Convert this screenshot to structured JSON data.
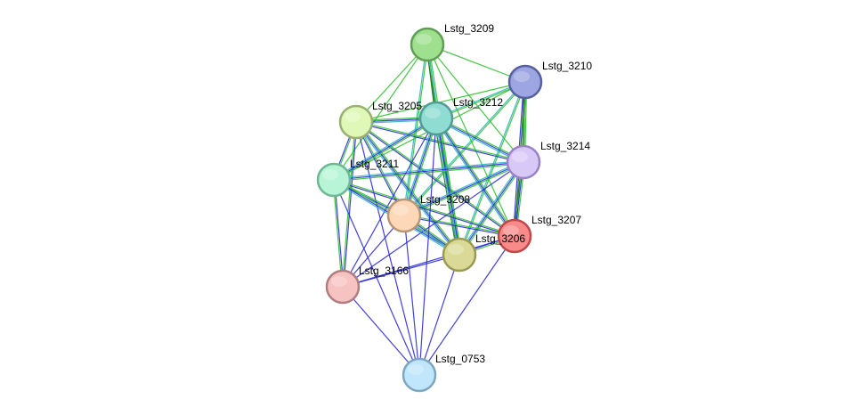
{
  "nodes": [
    {
      "id": "Lstg_3209",
      "label": "Lstg_3209",
      "fill": "#9fe08f",
      "stroke": "#5f9e54"
    },
    {
      "id": "Lstg_3210",
      "label": "Lstg_3210",
      "fill": "#9da5e2",
      "stroke": "#5560a0"
    },
    {
      "id": "Lstg_3205",
      "label": "Lstg_3205",
      "fill": "#dff8b8",
      "stroke": "#98b070"
    },
    {
      "id": "Lstg_3212",
      "label": "Lstg_3212",
      "fill": "#8edcd2",
      "stroke": "#519c94"
    },
    {
      "id": "Lstg_3214",
      "label": "Lstg_3214",
      "fill": "#d8c8f8",
      "stroke": "#9a82c8"
    },
    {
      "id": "Lstg_3211",
      "label": "Lstg_3211",
      "fill": "#b8f4d6",
      "stroke": "#6fb894"
    },
    {
      "id": "Lstg_3208",
      "label": "Lstg_3208",
      "fill": "#fcd8b8",
      "stroke": "#b89674"
    },
    {
      "id": "Lstg_3207",
      "label": "Lstg_3207",
      "fill": "#f88a8a",
      "stroke": "#c04848"
    },
    {
      "id": "Lstg_3206",
      "label": "Lstg_3206",
      "fill": "#dada96",
      "stroke": "#9a9a55"
    },
    {
      "id": "Lstg_3166",
      "label": "Lstg_3166",
      "fill": "#f7c2c2",
      "stroke": "#b07e7e"
    },
    {
      "id": "Lstg_0753",
      "label": "Lstg_0753",
      "fill": "#bfe6fa",
      "stroke": "#7ea6c0"
    }
  ],
  "edge_colors": {
    "textmining": "#33c033",
    "coexpression": "#2c2cd6",
    "database": "#30b5c2",
    "neighborhood": "#1a7a1a",
    "experiments": "#7070ff"
  },
  "edges": [
    {
      "source": "Lstg_3209",
      "target": "Lstg_3210",
      "types": [
        "textmining"
      ]
    },
    {
      "source": "Lstg_3209",
      "target": "Lstg_3205",
      "types": [
        "textmining"
      ]
    },
    {
      "source": "Lstg_3209",
      "target": "Lstg_3212",
      "types": [
        "textmining",
        "neighborhood"
      ]
    },
    {
      "source": "Lstg_3209",
      "target": "Lstg_3214",
      "types": [
        "textmining"
      ]
    },
    {
      "source": "Lstg_3209",
      "target": "Lstg_3211",
      "types": [
        "textmining"
      ]
    },
    {
      "source": "Lstg_3209",
      "target": "Lstg_3208",
      "types": [
        "textmining",
        "database"
      ]
    },
    {
      "source": "Lstg_3209",
      "target": "Lstg_3207",
      "types": [
        "textmining"
      ]
    },
    {
      "source": "Lstg_3209",
      "target": "Lstg_3206",
      "types": [
        "textmining",
        "database",
        "neighborhood"
      ]
    },
    {
      "source": "Lstg_3210",
      "target": "Lstg_3205",
      "types": [
        "textmining"
      ]
    },
    {
      "source": "Lstg_3210",
      "target": "Lstg_3212",
      "types": [
        "textmining",
        "database"
      ]
    },
    {
      "source": "Lstg_3210",
      "target": "Lstg_3214",
      "types": [
        "textmining",
        "neighborhood",
        "coexpression"
      ]
    },
    {
      "source": "Lstg_3210",
      "target": "Lstg_3211",
      "types": [
        "textmining"
      ]
    },
    {
      "source": "Lstg_3210",
      "target": "Lstg_3208",
      "types": [
        "textmining",
        "database"
      ]
    },
    {
      "source": "Lstg_3210",
      "target": "Lstg_3207",
      "types": [
        "textmining",
        "neighborhood",
        "coexpression"
      ]
    },
    {
      "source": "Lstg_3210",
      "target": "Lstg_3206",
      "types": [
        "textmining",
        "database"
      ]
    },
    {
      "source": "Lstg_3205",
      "target": "Lstg_3212",
      "types": [
        "textmining",
        "coexpression",
        "database"
      ]
    },
    {
      "source": "Lstg_3205",
      "target": "Lstg_3214",
      "types": [
        "textmining",
        "coexpression"
      ]
    },
    {
      "source": "Lstg_3205",
      "target": "Lstg_3211",
      "types": [
        "textmining",
        "coexpression"
      ]
    },
    {
      "source": "Lstg_3205",
      "target": "Lstg_3208",
      "types": [
        "textmining",
        "coexpression"
      ]
    },
    {
      "source": "Lstg_3205",
      "target": "Lstg_3207",
      "types": [
        "textmining",
        "coexpression"
      ]
    },
    {
      "source": "Lstg_3205",
      "target": "Lstg_3206",
      "types": [
        "textmining",
        "coexpression",
        "database"
      ]
    },
    {
      "source": "Lstg_3205",
      "target": "Lstg_3166",
      "types": [
        "coexpression",
        "textmining"
      ]
    },
    {
      "source": "Lstg_3205",
      "target": "Lstg_0753",
      "types": [
        "coexpression"
      ]
    },
    {
      "source": "Lstg_3212",
      "target": "Lstg_3214",
      "types": [
        "textmining",
        "coexpression",
        "database"
      ]
    },
    {
      "source": "Lstg_3212",
      "target": "Lstg_3211",
      "types": [
        "textmining",
        "coexpression",
        "database"
      ]
    },
    {
      "source": "Lstg_3212",
      "target": "Lstg_3208",
      "types": [
        "textmining",
        "coexpression",
        "database"
      ]
    },
    {
      "source": "Lstg_3212",
      "target": "Lstg_3207",
      "types": [
        "textmining",
        "coexpression",
        "database"
      ]
    },
    {
      "source": "Lstg_3212",
      "target": "Lstg_3206",
      "types": [
        "textmining",
        "coexpression",
        "database",
        "neighborhood"
      ]
    },
    {
      "source": "Lstg_3212",
      "target": "Lstg_3166",
      "types": [
        "coexpression"
      ]
    },
    {
      "source": "Lstg_3214",
      "target": "Lstg_3211",
      "types": [
        "textmining",
        "coexpression",
        "database"
      ]
    },
    {
      "source": "Lstg_3214",
      "target": "Lstg_3208",
      "types": [
        "textmining",
        "coexpression",
        "database"
      ]
    },
    {
      "source": "Lstg_3214",
      "target": "Lstg_3207",
      "types": [
        "textmining",
        "coexpression",
        "neighborhood"
      ]
    },
    {
      "source": "Lstg_3214",
      "target": "Lstg_3206",
      "types": [
        "textmining",
        "coexpression",
        "database"
      ]
    },
    {
      "source": "Lstg_3214",
      "target": "Lstg_3166",
      "types": [
        "coexpression"
      ]
    },
    {
      "source": "Lstg_3211",
      "target": "Lstg_3208",
      "types": [
        "textmining",
        "coexpression"
      ]
    },
    {
      "source": "Lstg_3211",
      "target": "Lstg_3207",
      "types": [
        "textmining",
        "coexpression"
      ]
    },
    {
      "source": "Lstg_3211",
      "target": "Lstg_3206",
      "types": [
        "textmining",
        "coexpression",
        "database"
      ]
    },
    {
      "source": "Lstg_3211",
      "target": "Lstg_3166",
      "types": [
        "coexpression",
        "textmining"
      ]
    },
    {
      "source": "Lstg_3211",
      "target": "Lstg_0753",
      "types": [
        "coexpression"
      ]
    },
    {
      "source": "Lstg_3208",
      "target": "Lstg_3207",
      "types": [
        "textmining",
        "coexpression"
      ]
    },
    {
      "source": "Lstg_3208",
      "target": "Lstg_3206",
      "types": [
        "textmining",
        "coexpression",
        "database"
      ]
    },
    {
      "source": "Lstg_3208",
      "target": "Lstg_3166",
      "types": [
        "coexpression"
      ]
    },
    {
      "source": "Lstg_3208",
      "target": "Lstg_0753",
      "types": [
        "coexpression"
      ]
    },
    {
      "source": "Lstg_3207",
      "target": "Lstg_3206",
      "types": [
        "textmining",
        "coexpression"
      ]
    },
    {
      "source": "Lstg_3207",
      "target": "Lstg_3166",
      "types": [
        "coexpression"
      ]
    },
    {
      "source": "Lstg_3207",
      "target": "Lstg_0753",
      "types": [
        "coexpression"
      ]
    },
    {
      "source": "Lstg_3206",
      "target": "Lstg_3166",
      "types": [
        "coexpression"
      ]
    },
    {
      "source": "Lstg_3206",
      "target": "Lstg_0753",
      "types": [
        "coexpression"
      ]
    },
    {
      "source": "Lstg_3166",
      "target": "Lstg_0753",
      "types": [
        "coexpression"
      ]
    },
    {
      "source": "Lstg_3212",
      "target": "Lstg_0753",
      "types": [
        "coexpression"
      ]
    }
  ]
}
